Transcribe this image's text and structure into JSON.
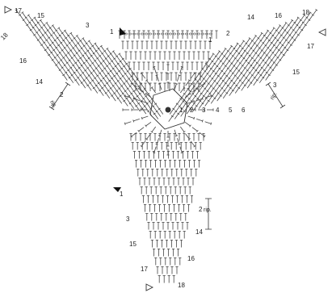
{
  "diagram": {
    "round_labels_center": [
      "1",
      "2",
      "3",
      "4",
      "5",
      "6"
    ],
    "round_labels_bottom": [
      "1",
      "2",
      "3",
      "14",
      "15",
      "16",
      "17",
      "18"
    ],
    "round_labels_left": [
      "1",
      "2",
      "3",
      "14",
      "15",
      "16",
      "17",
      "18"
    ],
    "round_labels_right": [
      "1",
      "2",
      "3",
      "14",
      "15",
      "16",
      "17",
      "18"
    ],
    "repeat_label": "rip."
  }
}
